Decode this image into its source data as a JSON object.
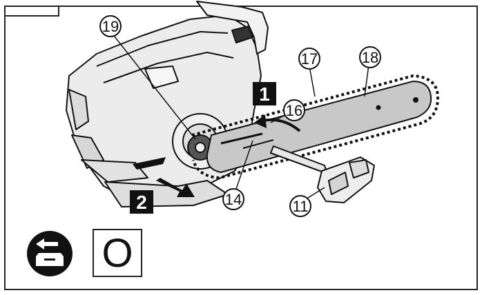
{
  "callouts": {
    "c19": "19",
    "c17": "17",
    "c18": "18",
    "c16": "16",
    "c14": "14",
    "c11": "11"
  },
  "steps": {
    "s1": "1",
    "s2": "2"
  },
  "mode_box": {
    "label": "O"
  },
  "icons": {
    "battery_remove": "battery-remove-icon"
  },
  "colors": {
    "ink": "#111111",
    "bar_fill": "#c8c8c8",
    "body_fill": "#e6e6e6"
  }
}
